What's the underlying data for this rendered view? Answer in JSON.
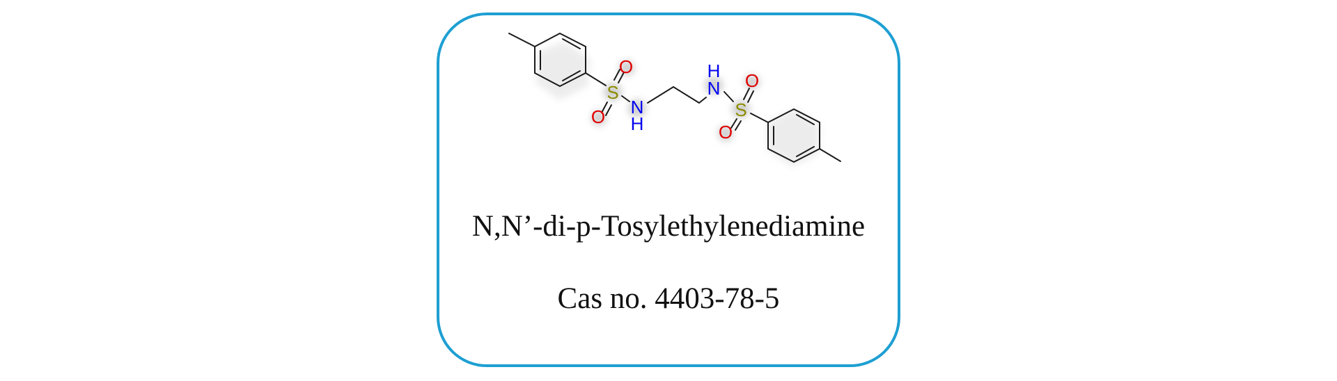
{
  "compound": {
    "name": "N,N’-di-p-Tosylethylenediamine",
    "cas": "Cas no. 4403-78-5"
  },
  "structure": {
    "atoms": {
      "s_left": "S",
      "o_left_top": "O",
      "o_left_bottom": "O",
      "n_left": "N",
      "h_left": "H",
      "h_right": "H",
      "n_right": "N",
      "s_right": "S",
      "o_right_top": "O",
      "o_right_bottom": "O"
    }
  },
  "colors": {
    "frame": "#1e9fd2",
    "bond": "#1a1a1a",
    "sulfur": "#8c8c00",
    "oxygen": "#e00000",
    "nitrogen": "#0000ee",
    "text": "#111111"
  }
}
